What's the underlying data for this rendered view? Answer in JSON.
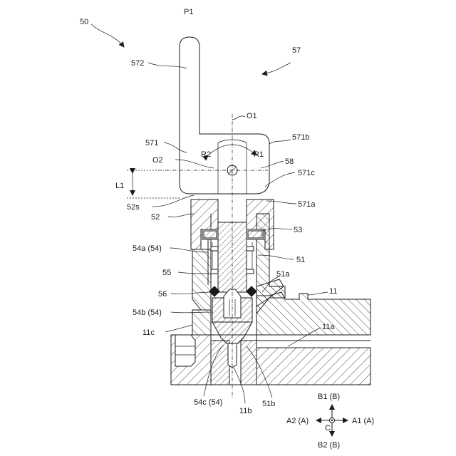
{
  "labels": {
    "p1": "P1",
    "n50": "50",
    "n57": "57",
    "n572": "572",
    "o1": "O1",
    "n571": "571",
    "n571b": "571b",
    "r2": "R2",
    "r1": "R1",
    "o2": "O2",
    "n58": "58",
    "n571c": "571c",
    "l1": "L1",
    "n52s": "52s",
    "n571a": "571a",
    "n52": "52",
    "n53": "53",
    "n54a": "54a (54)",
    "n51": "51",
    "n55": "55",
    "n51a": "51a",
    "n11": "11",
    "n56": "56",
    "n54b": "54b (54)",
    "n11c": "11c",
    "n11a": "11a",
    "n54c": "54c (54)",
    "n11b": "11b",
    "n51b": "51b",
    "b1": "B1 (B)",
    "a2": "A2 (A)",
    "a1": "A1 (A)",
    "c": "C",
    "b2": "B2 (B)"
  }
}
